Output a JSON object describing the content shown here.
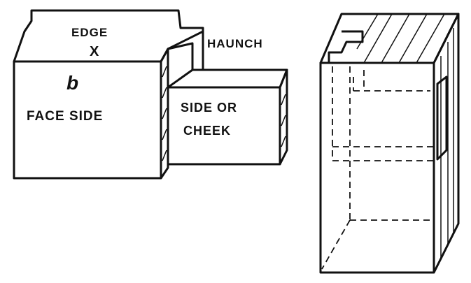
{
  "labels": {
    "edge": "EDGE",
    "edge_mark": "X",
    "haunch": "HAUNCH",
    "face_mark": "b",
    "face_side": "FACE SIDE",
    "side_or": "SIDE OR",
    "cheek": "CHEEK"
  }
}
